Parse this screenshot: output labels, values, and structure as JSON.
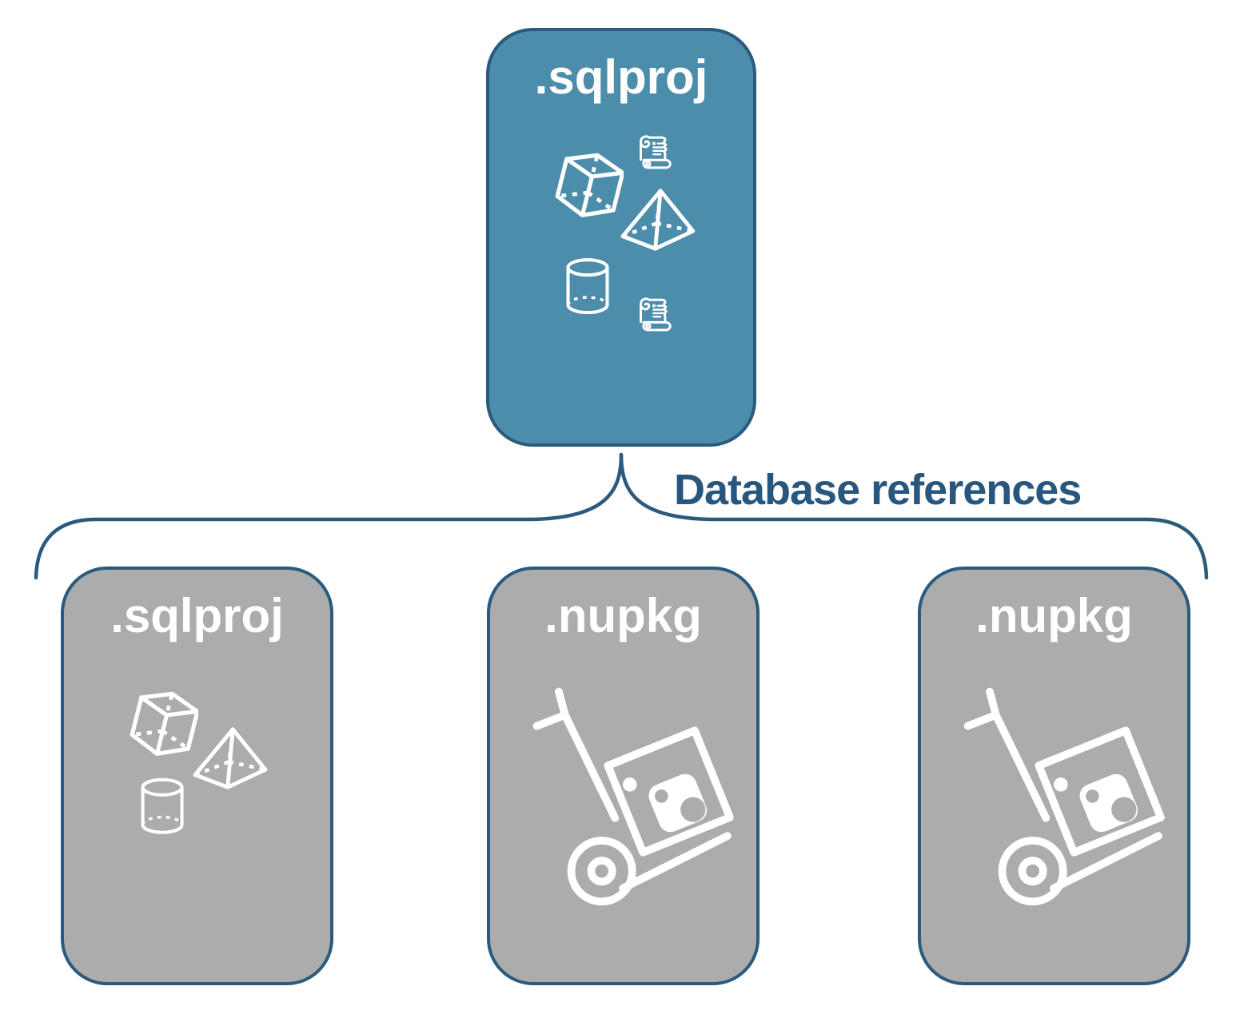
{
  "diagram": {
    "root": {
      "label": ".sqlproj",
      "icons": [
        "scroll-icon",
        "cube-icon",
        "pyramid-icon",
        "cylinder-icon",
        "scroll-icon"
      ]
    },
    "connector": {
      "label": "Database references",
      "shape": "curly-brace"
    },
    "children": [
      {
        "label": ".sqlproj",
        "icons": [
          "cube-icon",
          "pyramid-icon",
          "cylinder-icon"
        ]
      },
      {
        "label": ".nupkg",
        "icons": [
          "package-dolly-icon"
        ]
      },
      {
        "label": ".nupkg",
        "icons": [
          "package-dolly-icon"
        ]
      }
    ],
    "colors": {
      "root_fill": "#4B8DAB",
      "child_fill": "#ACACAC",
      "node_border": "#2A5A7D",
      "connector_line": "#2A5A7D",
      "connector_label_text": "#27567E",
      "node_label_text": "#FFFFFF",
      "icon_stroke": "#FFFFFF"
    }
  }
}
